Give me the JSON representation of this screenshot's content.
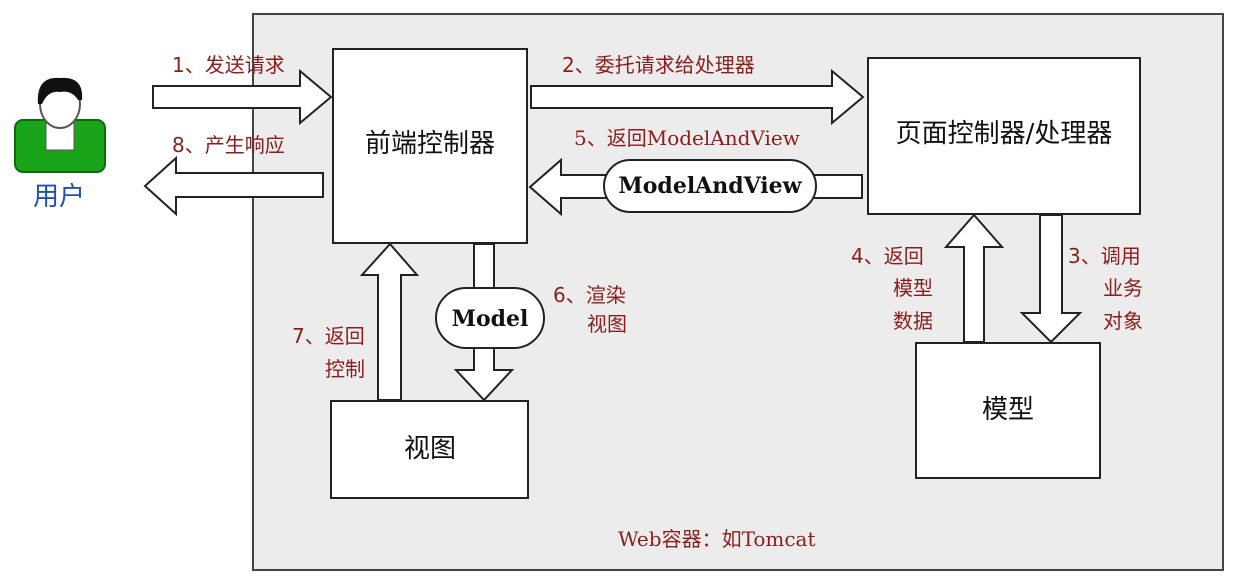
{
  "user": {
    "label": "用户"
  },
  "container": {
    "label": "Web容器：如Tomcat"
  },
  "boxes": {
    "front_controller": "前端控制器",
    "page_controller": "页面控制器/处理器",
    "view": "视图",
    "model": "模型"
  },
  "pills": {
    "model_and_view": "ModelAndView",
    "model": "Model"
  },
  "steps": {
    "s1": "1、发送请求",
    "s2": "2、委托请求给处理器",
    "s3_line1": "3、调用",
    "s3_line2": "业务",
    "s3_line3": "对象",
    "s4_line1": "4、返回",
    "s4_line2": "模型",
    "s4_line3": "数据",
    "s5": "5、返回ModelAndView",
    "s6_line1": "6、渲染",
    "s6_line2": "视图",
    "s7_line1": "7、返回",
    "s7_line2": "控制",
    "s8": "8、产生响应"
  },
  "colors": {
    "step_text": "#8b1d1d",
    "user_text": "#1f4fb8",
    "user_body": "#1aa41a",
    "container_fill": "#ececec"
  }
}
